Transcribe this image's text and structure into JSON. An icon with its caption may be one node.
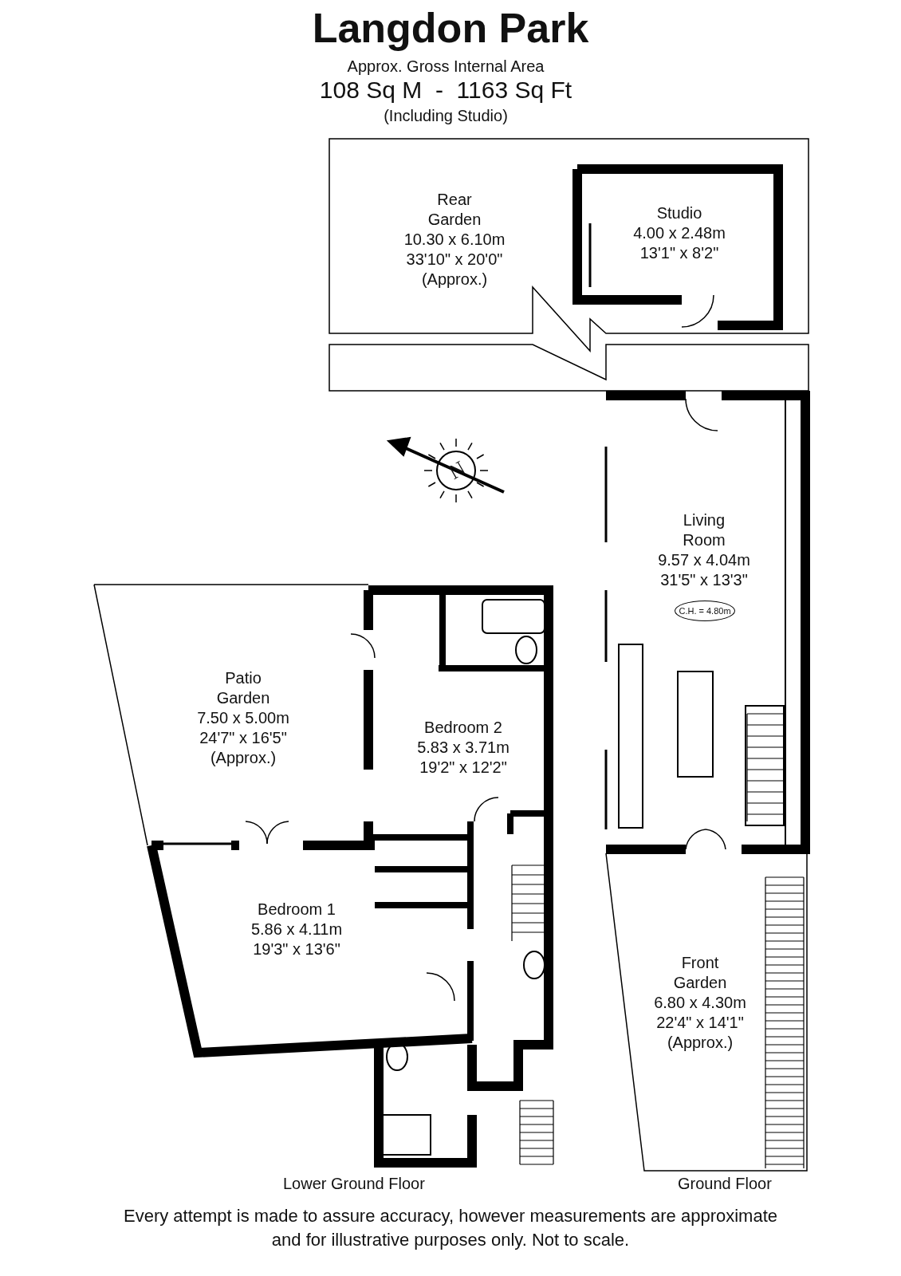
{
  "diagram": {
    "title": "Langdon Park",
    "nodes": [
      {
        "text": [
          "Rear Garden",
          "10.30 x 6.10m",
          "33'10\" x 20'0\"",
          "(Approx.)"
        ]
      },
      {
        "text": [
          "Studio",
          "4.00 x 2.48m",
          "13'1\" x 8'2\""
        ],
        "in": 0
      },
      {
        "text": [
          "Living Room",
          "9.57 x 4.04m",
          "31'5\" x 13'3\""
        ]
      },
      {
        "text": [
          "C.H. = 4.80m"
        ],
        "in": 2
      },
      {
        "text": [
          "Patio Garden",
          "7.50 x 5.00m",
          "24'7\" x 16'5\"",
          "(Approx.)"
        ]
      },
      {
        "text": [
          "Bedroom 2",
          "5.83 x 3.71m",
          "19'2\" x 12'2\""
        ]
      },
      {
        "text": [
          "Bedroom 1",
          "5.86 x 4.11m",
          "19'3\" x 13'6\""
        ]
      },
      {
        "text": [
          "Front Garden",
          "6.80 x 4.30m",
          "22'4\" x 14'1\"",
          "(Approx.)"
        ]
      }
    ],
    "edges": [],
    "labels": [
      "Approx. Gross Internal Area",
      "108 Sq M  -  1163 Sq Ft",
      "(Including Studio)",
      "N",
      "Lower Ground Floor",
      "Ground Floor",
      "Every attempt is made to assure accuracy, however measurements are approximate and for illustrative purposes only. Not to scale."
    ]
  }
}
